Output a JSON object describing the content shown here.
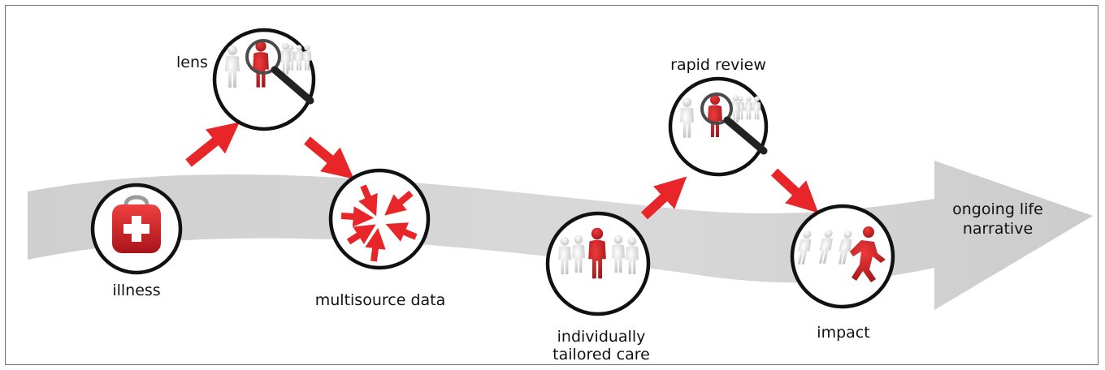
{
  "colors": {
    "accent_red": "#e8262a",
    "dark_red": "#b3171b",
    "flow_grey": "#d6d6d6",
    "figure_white": "#eeeeee",
    "ring_black": "#111111"
  },
  "nodes": [
    {
      "id": "illness",
      "label": "illness",
      "icon": "first-aid-kit-icon"
    },
    {
      "id": "lens",
      "label": "lens",
      "icon": "magnifier-on-crowd-icon"
    },
    {
      "id": "multisource",
      "label": "multisource data",
      "icon": "converging-arrows-icon"
    },
    {
      "id": "tailored",
      "label_lines": [
        "individually",
        "tailored care"
      ],
      "icon": "leader-in-group-icon"
    },
    {
      "id": "rapid",
      "label": "rapid review",
      "icon": "magnifier-on-crowd-icon"
    },
    {
      "id": "impact",
      "label": "impact",
      "icon": "runner-ahead-icon"
    }
  ],
  "flow": {
    "label_lines": [
      "ongoing life",
      "narrative"
    ]
  }
}
